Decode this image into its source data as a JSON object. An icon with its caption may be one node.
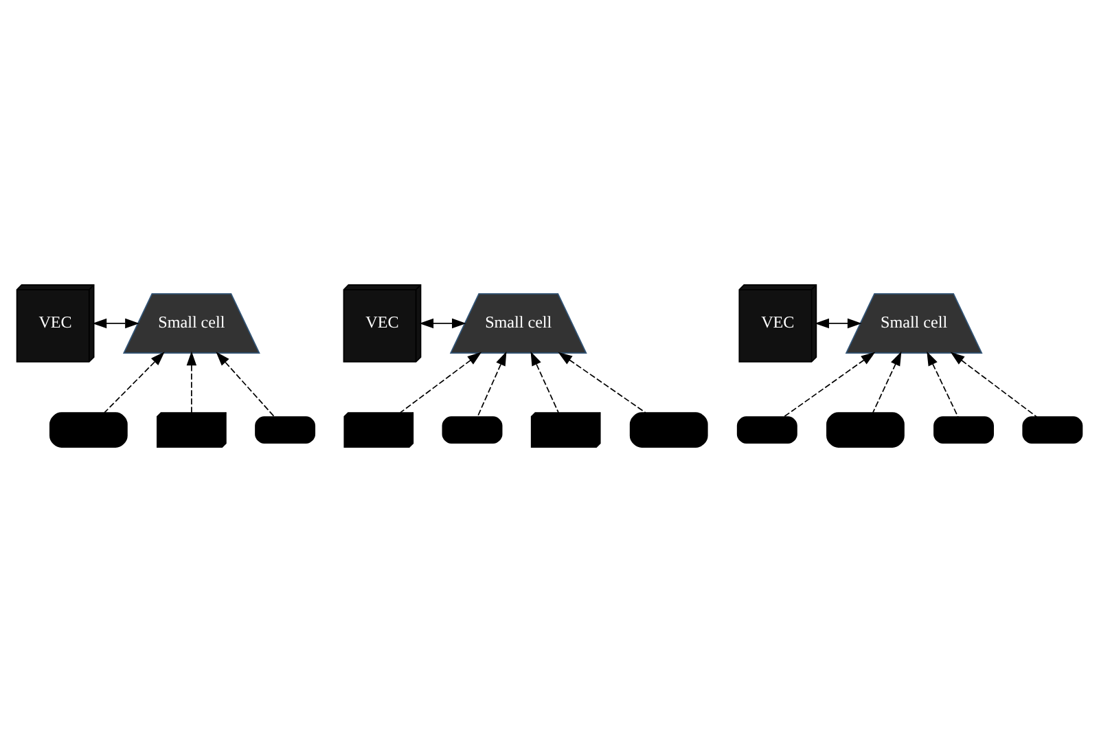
{
  "diagram": {
    "nodes": [
      {
        "text": [
          "VEC"
        ]
      },
      {
        "text": [
          "Small cell"
        ]
      },
      {
        "text": [
          "VEC"
        ]
      },
      {
        "text": [
          "Small cell"
        ]
      },
      {
        "text": [
          "VEC"
        ]
      },
      {
        "text": [
          "Small cell"
        ]
      },
      {
        "text": [],
        "shape": "bus"
      },
      {
        "text": [],
        "shape": "truck"
      },
      {
        "text": [],
        "shape": "car"
      },
      {
        "text": [],
        "shape": "truck"
      },
      {
        "text": [],
        "shape": "car"
      },
      {
        "text": [],
        "shape": "truck"
      },
      {
        "text": [],
        "shape": "bus"
      },
      {
        "text": [],
        "shape": "car"
      },
      {
        "text": [],
        "shape": "bus"
      },
      {
        "text": [],
        "shape": "car"
      },
      {
        "text": [],
        "shape": "car"
      }
    ],
    "edges": [
      {
        "from": 0,
        "to": 1,
        "arrow": "both"
      },
      {
        "from": 2,
        "to": 3,
        "arrow": "both"
      },
      {
        "from": 4,
        "to": 5,
        "arrow": "both"
      },
      {
        "from": 6,
        "to": 1,
        "arrow": "to",
        "style": "dashed"
      },
      {
        "from": 7,
        "to": 1,
        "arrow": "to",
        "style": "dashed"
      },
      {
        "from": 8,
        "to": 1,
        "arrow": "to",
        "style": "dashed"
      },
      {
        "from": 9,
        "to": 3,
        "arrow": "to",
        "style": "dashed"
      },
      {
        "from": 10,
        "to": 3,
        "arrow": "to",
        "style": "dashed"
      },
      {
        "from": 11,
        "to": 3,
        "arrow": "to",
        "style": "dashed"
      },
      {
        "from": 12,
        "to": 3,
        "arrow": "to",
        "style": "dashed"
      },
      {
        "from": 13,
        "to": 5,
        "arrow": "to",
        "style": "dashed"
      },
      {
        "from": 14,
        "to": 5,
        "arrow": "to",
        "style": "dashed"
      },
      {
        "from": 15,
        "to": 5,
        "arrow": "to",
        "style": "dashed"
      },
      {
        "from": 16,
        "to": 5,
        "arrow": "to",
        "style": "dashed"
      }
    ]
  }
}
